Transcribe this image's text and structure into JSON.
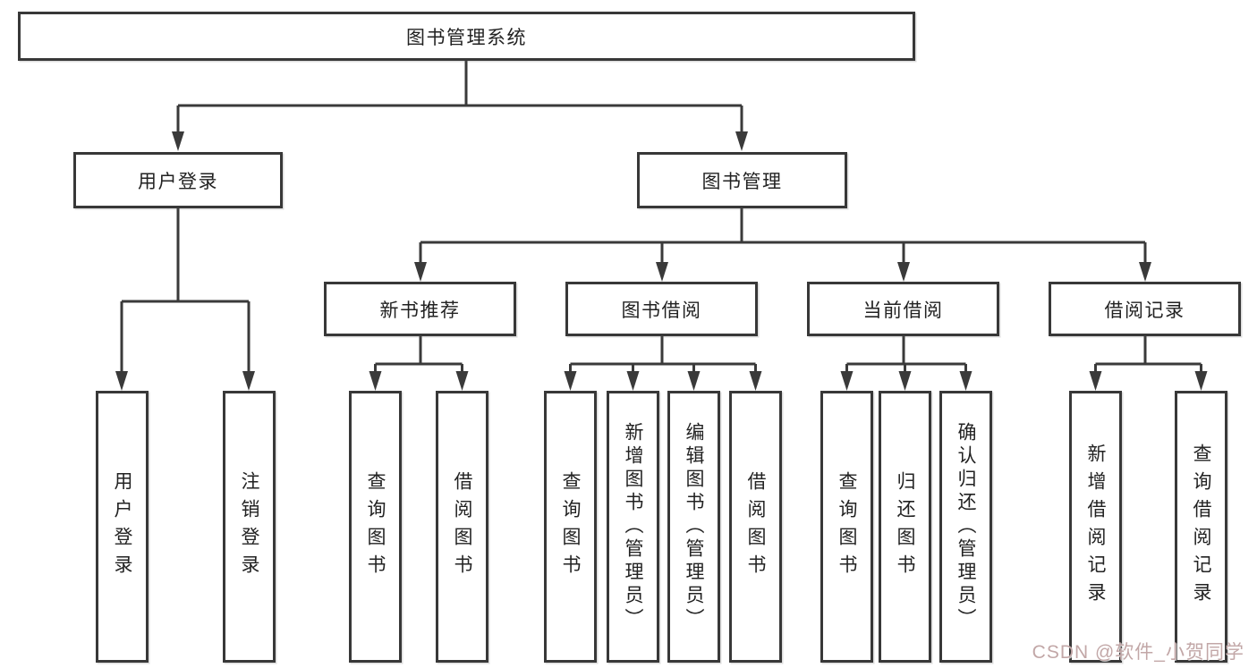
{
  "colors": {
    "line": "#3a3a3a",
    "box_border": "#383838",
    "text": "#222222",
    "background": "#ffffff",
    "watermark": "#c2a7a7"
  },
  "watermark": "CSDN @软件_小贺同学",
  "tree": {
    "root": "图书管理系统",
    "branches": [
      {
        "label": "用户登录",
        "children": [
          "用户登录",
          "注销登录"
        ]
      },
      {
        "label": "图书管理",
        "sections": [
          {
            "label": "新书推荐",
            "children": [
              "查询图书",
              "借阅图书"
            ]
          },
          {
            "label": "图书借阅",
            "children": [
              "查询图书",
              "新增图书（管理员）",
              "编辑图书（管理员）",
              "借阅图书"
            ]
          },
          {
            "label": "当前借阅",
            "children": [
              "查询图书",
              "归还图书",
              "确认归还（管理员）"
            ]
          },
          {
            "label": "借阅记录",
            "children": [
              "新增借阅记录",
              "查询借阅记录"
            ]
          }
        ]
      }
    ]
  }
}
